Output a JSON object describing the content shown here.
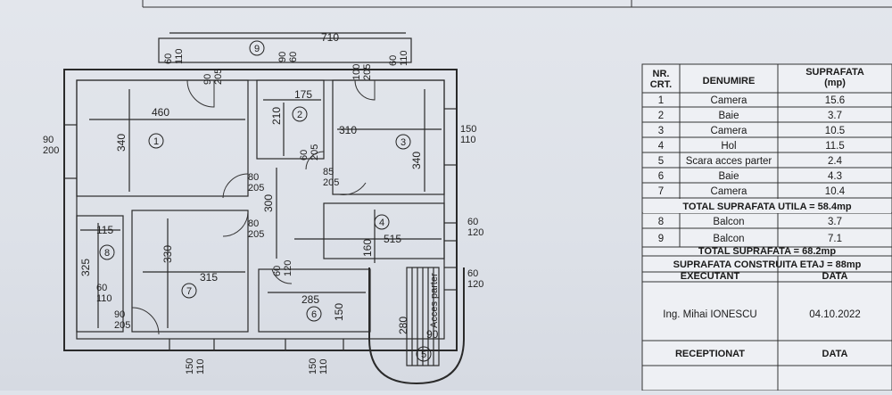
{
  "plan": {
    "overall_width": "710",
    "room_numbers": [
      "1",
      "2",
      "3",
      "4",
      "5",
      "6",
      "7",
      "8",
      "9"
    ],
    "dims": {
      "r1_w": "460",
      "r1_h": "340",
      "r2_w": "175",
      "r2_h": "210",
      "r3_w": "310",
      "r3_h": "340",
      "r4_w": "515",
      "r4_h": "160",
      "r6_w": "285",
      "r6_h": "150",
      "r7_w": "315",
      "r7_h": "330",
      "r8_w": "115",
      "r8_h": "325",
      "hall_h": "300",
      "stair_h": "280",
      "stair_w": "90"
    },
    "openings": {
      "w_top1": "60\n110",
      "w_top2": "90\n205",
      "w_top3": "90\n60",
      "w_top4": "100\n205",
      "w_top5": "60\n110",
      "w_left": "90\n200",
      "w_right1": "150\n110",
      "w_right2": "60\n120",
      "w_right3": "60\n120",
      "d_h1": "80\n205",
      "d_h2": "80\n205",
      "d_b2": "60\n205",
      "d_r3": "85\n205",
      "d_b6": "60\n120",
      "d_r7": "60\n110",
      "d_r7b": "90\n205",
      "w_bot1": "150\n110",
      "w_bot2": "150\n110"
    },
    "stair_label": "Acces parter"
  },
  "table": {
    "headers": {
      "nr": "NR.\nCRT.",
      "name": "DENUMIRE",
      "area": "SUPRAFATA\n(mp)"
    },
    "rows": [
      {
        "nr": "1",
        "name": "Camera",
        "area": "15.6"
      },
      {
        "nr": "2",
        "name": "Baie",
        "area": "3.7"
      },
      {
        "nr": "3",
        "name": "Camera",
        "area": "10.5"
      },
      {
        "nr": "4",
        "name": "Hol",
        "area": "11.5"
      },
      {
        "nr": "5",
        "name": "Scara acces parter",
        "area": "2.4"
      },
      {
        "nr": "6",
        "name": "Baie",
        "area": "4.3"
      },
      {
        "nr": "7",
        "name": "Camera",
        "area": "10.4"
      }
    ],
    "total_util": "TOTAL SUPRAFATA UTILA = 58.4mp",
    "rows2": [
      {
        "nr": "8",
        "name": "Balcon",
        "area": "3.7"
      },
      {
        "nr": "9",
        "name": "Balcon",
        "area": "7.1"
      }
    ],
    "total": "TOTAL SUPRAFATA = 68.2mp",
    "built": "SUPRAFATA CONSTRUITA ETAJ = 88mp",
    "executant_label": "EXECUTANT",
    "data_label": "DATA",
    "executant_name": "Ing. Mihai IONESCU",
    "date": "04.10.2022",
    "receptionat_label": "RECEPTIONAT",
    "data_label2": "DATA"
  }
}
